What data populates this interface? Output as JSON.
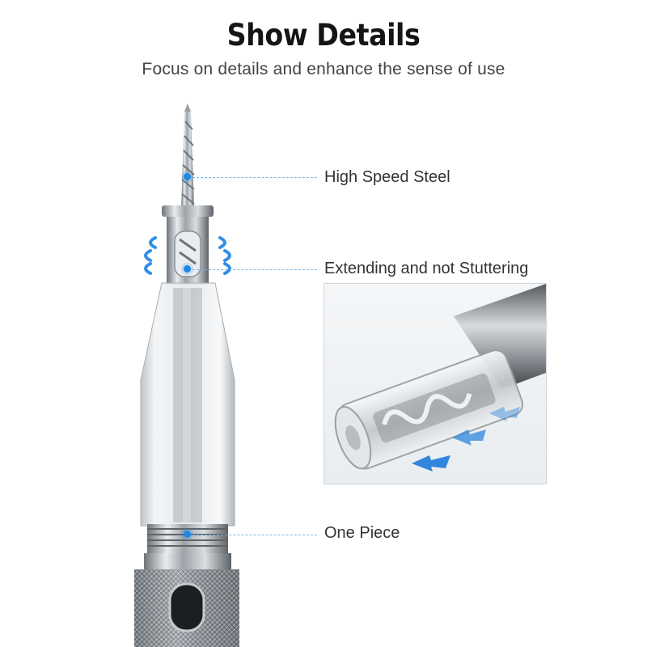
{
  "header": {
    "title": "Show Details",
    "subtitle": "Focus on details and enhance the sense of use"
  },
  "callouts": [
    {
      "label": "High Speed Steel"
    },
    {
      "label": "Extending and not Stuttering"
    },
    {
      "label": "One Piece"
    }
  ],
  "colors": {
    "accent": "#1e88e5",
    "leader_line": "#7fb4de",
    "title": "#151515",
    "text": "#333333"
  },
  "product_image": {
    "icon": "countersink-drill-bit-icon",
    "detail_icon": "extending-sleeve-closeup-icon"
  }
}
